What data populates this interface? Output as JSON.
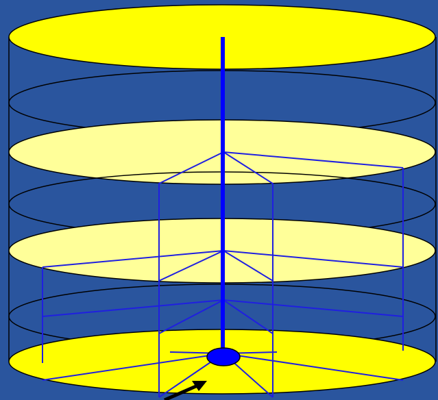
{
  "colors": {
    "background": "#2A559E",
    "disk_bright": "#FFFF00",
    "disk_pale": "#FFFF99",
    "outline": "#000000",
    "axis": "#0000FF",
    "panel_lines": "#1F1FE0",
    "arrow": "#000000"
  },
  "diagram": {
    "kind": "stacked-disks-cylinder",
    "disks": [
      {
        "name": "disk-top",
        "fill": "bright"
      },
      {
        "name": "disk-2",
        "fill": "none"
      },
      {
        "name": "disk-3",
        "fill": "pale"
      },
      {
        "name": "disk-4",
        "fill": "none"
      },
      {
        "name": "disk-5",
        "fill": "pale"
      },
      {
        "name": "disk-6",
        "fill": "none"
      },
      {
        "name": "disk-bottom",
        "fill": "bright"
      }
    ],
    "central_axis": "vertical-rod",
    "base_marker": "ellipse-hub",
    "arrow_icon": "pointer-arrow"
  }
}
